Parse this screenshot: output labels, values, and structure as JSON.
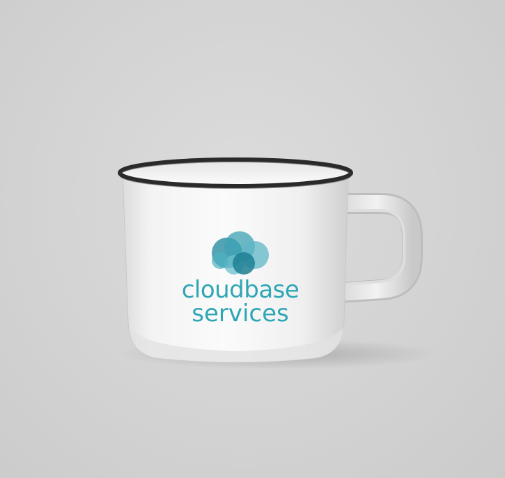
{
  "image": {
    "subject": "enamel mug mockup",
    "colors": {
      "background": "#d3d3d3",
      "mug_body": "#f4f4f4",
      "rim": "#2a2a2a",
      "logo_teal": "#2fa6b5",
      "cloud_dark": "#2b8fa2",
      "cloud_light": "#6cc0cf"
    }
  },
  "logo": {
    "brand_line_1": "cloudbase",
    "brand_line_2": "services",
    "icon": "cloud-icon"
  }
}
